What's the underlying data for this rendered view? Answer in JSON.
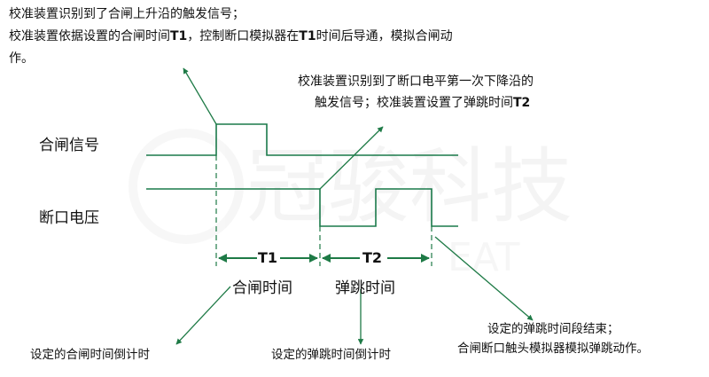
{
  "annotations": {
    "top_left": {
      "line1": "校准装置识别到了合闸上升沿的触发信号；",
      "line2": "校准装置依据设置的合闸时间T1，控制断口模拟器在T1时间后导通，模拟合闸动",
      "line3": "作。"
    },
    "top_right": {
      "line1": "校准装置识别到了断口电平第一次下降沿的",
      "line2": "触发信号；校准装置设置了弹跳时间T2"
    },
    "bottom_left": "设定的合闸时间倒计时",
    "bottom_mid": "设定的弹跳时间倒计时",
    "bottom_right": {
      "line1": "设定的弹跳时间段结束；",
      "line2": "合闸断口触头模拟器模拟弹跳动作。"
    }
  },
  "signals": {
    "closing_signal": "合闸信号",
    "break_voltage": "断口电压"
  },
  "timing": {
    "t1": "T1",
    "t2": "T2",
    "t1_name": "合闸时间",
    "t2_name": "弹跳时间"
  },
  "watermark": {
    "text": "冠骏科技",
    "sub": "EAT"
  },
  "colors": {
    "waveform": "#1a7a4a",
    "arrow": "#1e7a46",
    "dashed": "#1e7a46",
    "watermark": "#ececec",
    "text": "#111111"
  }
}
